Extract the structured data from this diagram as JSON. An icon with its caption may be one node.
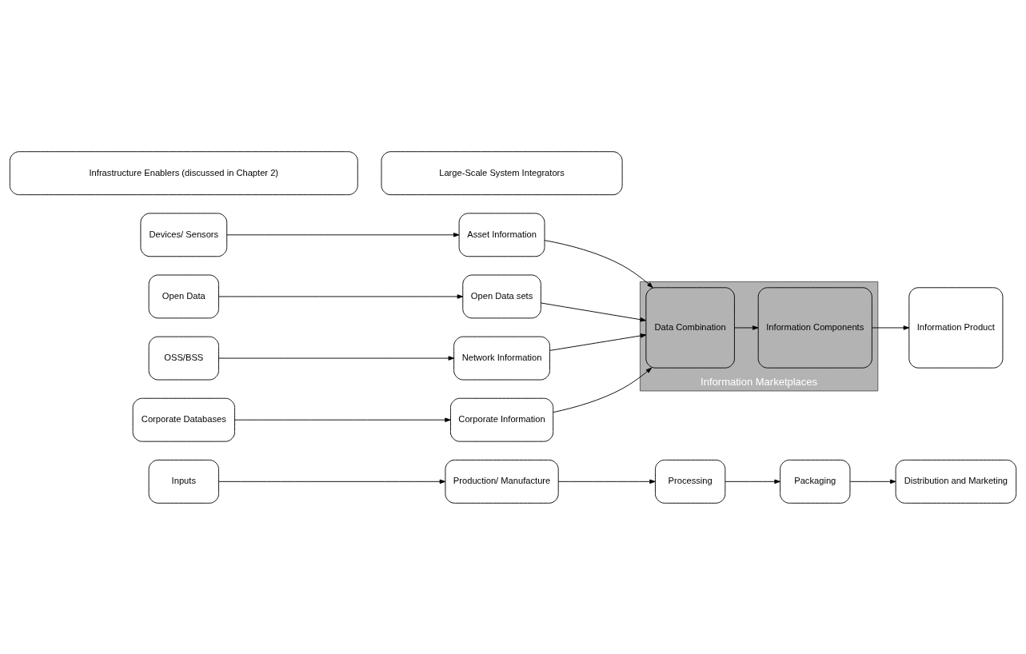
{
  "diagram": {
    "nodes": [
      {
        "text": [
          "Inputs"
        ]
      },
      {
        "text": [
          "Production/ Manufacture"
        ]
      },
      {
        "text": [
          "Processing"
        ]
      },
      {
        "text": [
          "Packaging"
        ]
      },
      {
        "text": [
          "Distribution and Marketing"
        ]
      },
      {
        "text": [
          "Devices/ Sensors"
        ]
      },
      {
        "text": [
          "Asset Information"
        ]
      },
      {
        "text": [
          "Open Data"
        ]
      },
      {
        "text": [
          "Open Data sets"
        ]
      },
      {
        "text": [
          "OSS/BSS"
        ]
      },
      {
        "text": [
          "Network Information"
        ]
      },
      {
        "text": [
          "Corporate Databases"
        ]
      },
      {
        "text": [
          "Corporate Information"
        ]
      },
      {
        "text": [
          "Information Marketplaces"
        ]
      },
      {
        "text": [
          "Data Combination"
        ],
        "in": 13
      },
      {
        "text": [
          "Information Components"
        ],
        "in": 13
      },
      {
        "text": [
          "Information Product"
        ]
      },
      {
        "text": [
          "Large-Scale System Integrators"
        ]
      },
      {
        "text": [
          "Infrastructure Enablers (discussed in Chapter 2)"
        ]
      }
    ],
    "edges": [
      {
        "from": 0,
        "to": 1,
        "arrow": "to"
      },
      {
        "from": 1,
        "to": 2,
        "arrow": "to"
      },
      {
        "from": 2,
        "to": 3,
        "arrow": "to"
      },
      {
        "from": 3,
        "to": 4,
        "arrow": "to"
      },
      {
        "from": 5,
        "to": 6,
        "arrow": "to"
      },
      {
        "from": 7,
        "to": 8,
        "arrow": "to"
      },
      {
        "from": 9,
        "to": 10,
        "arrow": "to"
      },
      {
        "from": 11,
        "to": 12,
        "arrow": "to"
      },
      {
        "from": 6,
        "to": 14,
        "arrow": "to"
      },
      {
        "from": 8,
        "to": 14,
        "arrow": "to"
      },
      {
        "from": 10,
        "to": 14,
        "arrow": "to"
      },
      {
        "from": 12,
        "to": 14,
        "arrow": "to"
      },
      {
        "from": 14,
        "to": 15,
        "arrow": "to"
      },
      {
        "from": 15,
        "to": 16,
        "arrow": "to"
      }
    ]
  }
}
